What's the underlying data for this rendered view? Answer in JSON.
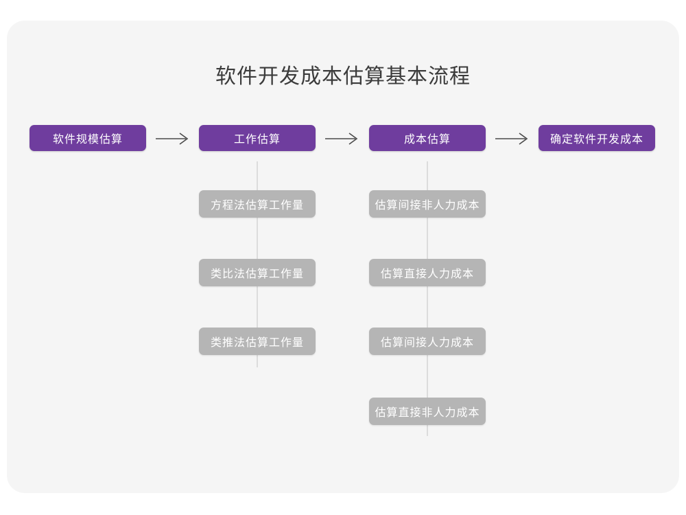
{
  "page": {
    "title": "软件开发成本估算基本流程",
    "background_color": "#ffffff",
    "card_color": "#f5f5f5",
    "primary_color": "#6f3d9e",
    "secondary_color": "#b5b5b5",
    "title_color": "#3b3b3b",
    "connector_color": "#dcdcdc",
    "arrow_color": "#4a4a4a"
  },
  "chart_data": {
    "type": "diagram",
    "title": "软件开发成本估算基本流程",
    "layout": "horizontal-flow-with-vertical-branches",
    "stages": [
      {
        "id": "stage-1",
        "label": "软件规模估算",
        "substeps": []
      },
      {
        "id": "stage-2",
        "label": "工作估算",
        "substeps": [
          "方程法估算工作量",
          "类比法估算工作量",
          "类推法估算工作量"
        ]
      },
      {
        "id": "stage-3",
        "label": "成本估算",
        "substeps": [
          "估算间接非人力成本",
          "估算直接人力成本",
          "估算间接人力成本",
          "估算直接非人力成本"
        ]
      },
      {
        "id": "stage-4",
        "label": "确定软件开发成本",
        "substeps": []
      }
    ],
    "connectors": [
      {
        "from": "stage-1",
        "to": "stage-2",
        "glyph": "⟶"
      },
      {
        "from": "stage-2",
        "to": "stage-3",
        "glyph": "⟶"
      },
      {
        "from": "stage-3",
        "to": "stage-4",
        "glyph": "⟶"
      }
    ]
  },
  "flow": {
    "stage1": {
      "label": "软件规模估算"
    },
    "stage2": {
      "label": "工作估算",
      "sub1": "方程法估算工作量",
      "sub2": "类比法估算工作量",
      "sub3": "类推法估算工作量"
    },
    "stage3": {
      "label": "成本估算",
      "sub1": "估算间接非人力成本",
      "sub2": "估算直接人力成本",
      "sub3": "估算间接人力成本",
      "sub4": "估算直接非人力成本"
    },
    "stage4": {
      "label": "确定软件开发成本"
    }
  }
}
